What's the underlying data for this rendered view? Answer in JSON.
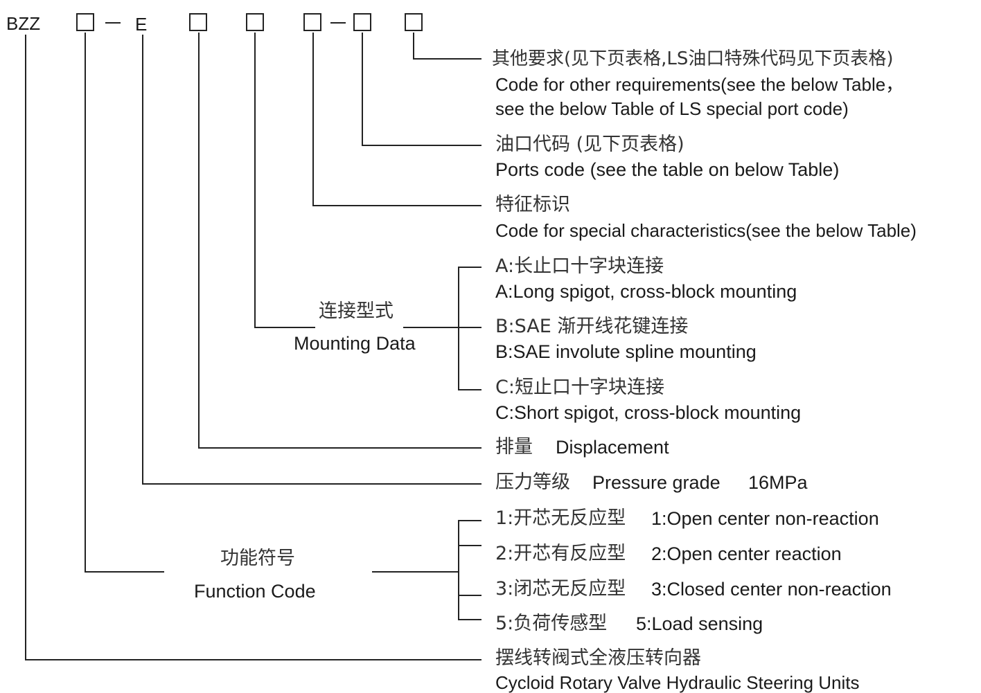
{
  "model_code": {
    "prefix": "BZZ",
    "letter": "E"
  },
  "items": {
    "other_requirements": {
      "zh": "其他要求(见下页表格,LS油口特殊代码见下页表格)",
      "en_line1": "Code for other requirements(see the below Table，",
      "en_line2": "see the below Table of LS special port code)"
    },
    "ports_code": {
      "zh": "油口代码 (见下页表格)",
      "en": "Ports code (see the table on below Table)"
    },
    "special_characteristics": {
      "zh": "特征标识",
      "en": "Code for special characteristics(see the below Table)"
    },
    "mounting": {
      "label_zh": "连接型式",
      "label_en": "Mounting Data",
      "options": [
        {
          "zh": "A:长止口十字块连接",
          "en": "A:Long spigot, cross-block mounting"
        },
        {
          "zh": "B:SAE 渐开线花键连接",
          "en": "B:SAE involute spline mounting"
        },
        {
          "zh": "C:短止口十字块连接",
          "en": "C:Short spigot, cross-block mounting"
        }
      ]
    },
    "displacement": {
      "zh": "排量",
      "en": "Displacement"
    },
    "pressure_grade": {
      "zh": "压力等级",
      "en": "Pressure grade",
      "value": "16MPa"
    },
    "function_code": {
      "label_zh": "功能符号",
      "label_en": "Function Code",
      "options": [
        {
          "zh": "1:开芯无反应型",
          "en": "1:Open  center non-reaction"
        },
        {
          "zh": "2:开芯有反应型",
          "en": "2:Open  center  reaction"
        },
        {
          "zh": "3:闭芯无反应型",
          "en": "3:Closed center non-reaction"
        },
        {
          "zh": "5:负荷传感型",
          "en": "5:Load sensing"
        }
      ]
    },
    "product": {
      "zh": "摆线转阀式全液压转向器",
      "en": "Cycloid Rotary Valve Hydraulic Steering Units"
    }
  }
}
